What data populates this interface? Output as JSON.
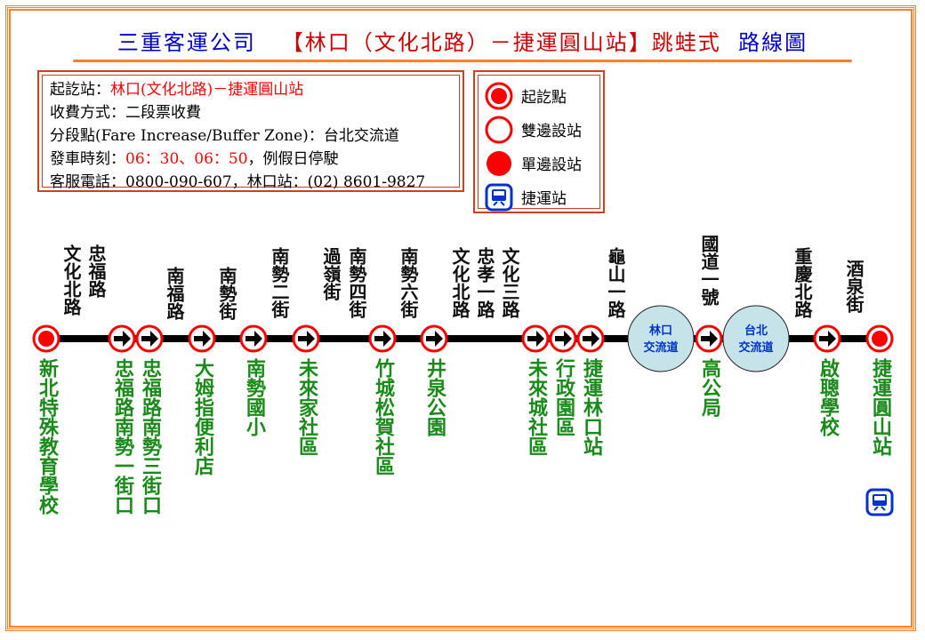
{
  "title": {
    "company": "三重客運公司",
    "route": "【林口（文化北路）－捷運圓山站】跳蛙式",
    "suffix": "路線圖"
  },
  "info": {
    "terminals_label": "起訖站：",
    "terminals_value": "林口(文化北路)－捷運圓山站",
    "fare_line": "收費方式：二段票收費",
    "buffer_line": "分段點(Fare Increase/Buffer Zone)：台北交流道",
    "dep_label": "發車時刻：",
    "dep_times": "06：30、06：50",
    "dep_suffix": "，例假日停駛",
    "service_line": "客服電話：0800-090-607，林口站：(02) 8601-9827"
  },
  "legend": {
    "terminal": "起訖點",
    "both_sides": "雙邊設站",
    "one_side": "單邊設站",
    "mrt": "捷運站"
  },
  "interchanges": [
    {
      "line1": "林口",
      "line2": "交流道"
    },
    {
      "line1": "台北",
      "line2": "交流道"
    }
  ],
  "road_labels": [
    {
      "cols": [
        "文化北路",
        "忠福路"
      ]
    },
    {
      "cols": [
        "南福路"
      ]
    },
    {
      "cols": [
        "南勢街"
      ]
    },
    {
      "cols": [
        "南勢二街"
      ]
    },
    {
      "cols": [
        "過嶺街",
        "南勢四街"
      ]
    },
    {
      "cols": [
        "南勢六街"
      ]
    },
    {
      "cols": [
        "文化北路",
        "忠孝一路",
        "文化三路"
      ]
    },
    {
      "cols": [
        "龜山一路"
      ]
    },
    {
      "cols": [
        "國道一號"
      ]
    },
    {
      "cols": [
        "重慶北路"
      ]
    },
    {
      "cols": [
        "酒泉街"
      ]
    }
  ],
  "stops": [
    {
      "name": "新北特殊教育學校",
      "kind": "terminal"
    },
    {
      "name": "忠福路南勢一街口",
      "kind": "arrow"
    },
    {
      "name": "忠福路南勢三街口",
      "kind": "arrow"
    },
    {
      "name": "大姆指便利店",
      "kind": "arrow"
    },
    {
      "name": "南勢國小",
      "kind": "arrow"
    },
    {
      "name": "未來家社區",
      "kind": "arrow"
    },
    {
      "name": "竹城松賀社區",
      "kind": "arrow"
    },
    {
      "name": "井泉公園",
      "kind": "arrow"
    },
    {
      "name": "未來城社區",
      "kind": "arrow"
    },
    {
      "name": "行政園區",
      "kind": "arrow"
    },
    {
      "name": "捷運林口站",
      "kind": "arrow"
    },
    {
      "name": "高公局",
      "kind": "arrow"
    },
    {
      "name": "啟聰學校",
      "kind": "arrow"
    },
    {
      "name": "捷運圓山站",
      "kind": "terminal"
    }
  ],
  "colors": {
    "border": "#ff7f27",
    "stop_red": "#ff0000",
    "stop_name": "#1a8a1a",
    "interchange_fill": "#c7e3ea",
    "mrt_blue": "#0033cc"
  }
}
